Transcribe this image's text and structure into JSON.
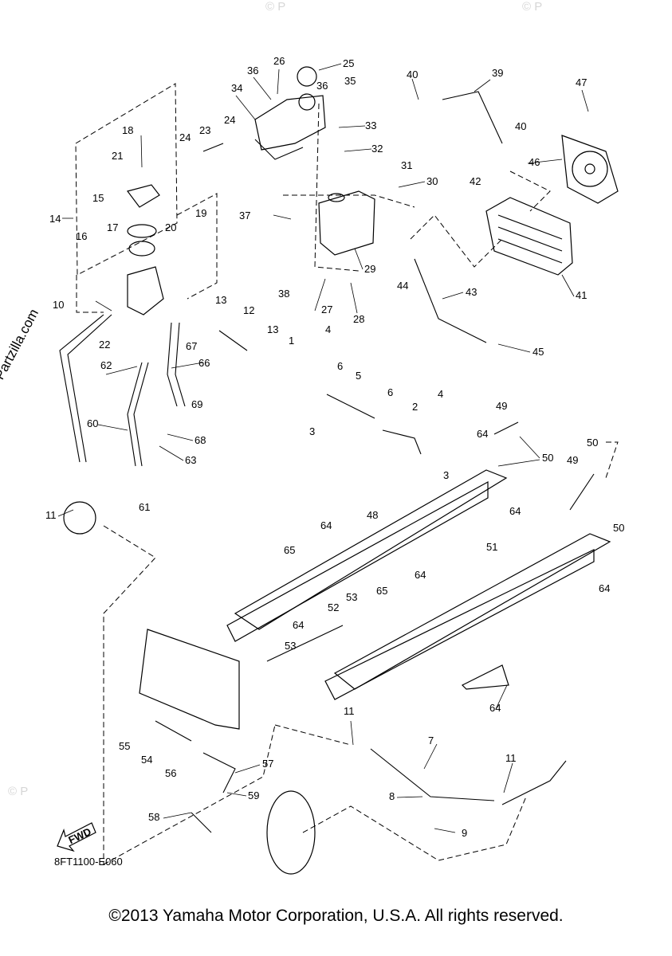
{
  "diagram": {
    "code": "8FT1100-E060",
    "fwd_label": "FWD",
    "watermark": "© Partzilla.com",
    "copyright": "©2013 Yamaha Motor Corporation, U.S.A. All rights reserved."
  },
  "callouts": [
    "1",
    "2",
    "3",
    "3",
    "4",
    "4",
    "5",
    "6",
    "6",
    "7",
    "8",
    "9",
    "10",
    "11",
    "11",
    "11",
    "11",
    "12",
    "13",
    "13",
    "14",
    "15",
    "16",
    "17",
    "18",
    "19",
    "20",
    "21",
    "22",
    "23",
    "24",
    "24",
    "25",
    "26",
    "27",
    "28",
    "29",
    "30",
    "31",
    "32",
    "33",
    "34",
    "35",
    "36",
    "36",
    "37",
    "38",
    "39",
    "40",
    "40",
    "41",
    "42",
    "43",
    "44",
    "45",
    "46",
    "47",
    "48",
    "49",
    "49",
    "50",
    "50",
    "50",
    "51",
    "52",
    "53",
    "53",
    "54",
    "55",
    "56",
    "57",
    "58",
    "59",
    "60",
    "61",
    "62",
    "63",
    "64",
    "64",
    "64",
    "64",
    "64",
    "64",
    "64",
    "65",
    "65",
    "66",
    "67",
    "68",
    "69"
  ]
}
